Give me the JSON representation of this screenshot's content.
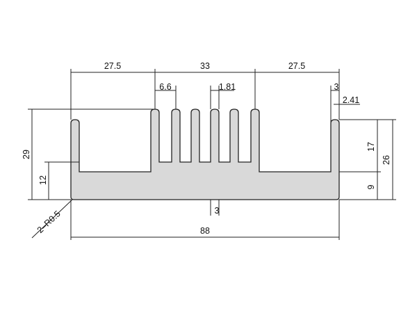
{
  "drawing": {
    "profile_fill": "#d9d9d9",
    "line_color": "#222222",
    "dimensions": {
      "top_left": "27.5",
      "top_center": "33",
      "top_right": "27.5",
      "fin_pitch": "6.6",
      "fin_thickness": "1.81",
      "side_wall": "3",
      "side_wall_gap": "2.41",
      "overall_height": "29",
      "left_wall_height": "12",
      "base_gap": "3",
      "corner_radius": "2–R0.5",
      "overall_width": "88",
      "right_upper": "17",
      "right_lower": "9",
      "right_total": "26"
    }
  }
}
